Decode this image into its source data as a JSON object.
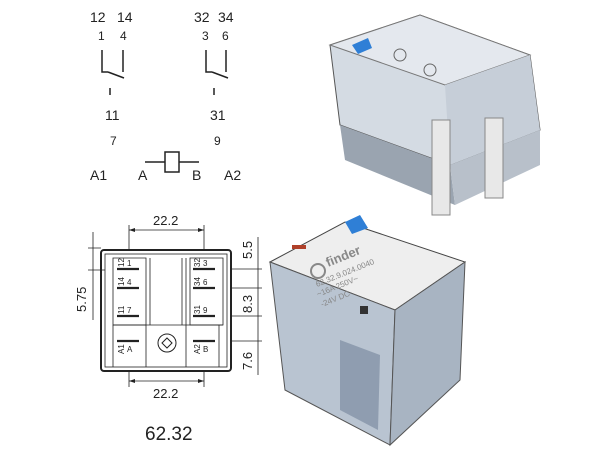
{
  "schematic": {
    "contact1": {
      "top_left": "12",
      "top_right": "14",
      "pin_left": "1",
      "pin_right": "4",
      "common": "11",
      "common_pin": "7"
    },
    "contact2": {
      "top_left": "32",
      "top_right": "34",
      "pin_left": "3",
      "pin_right": "6",
      "common": "31",
      "common_pin": "9"
    },
    "coil": {
      "left_terminal": "A1",
      "left_pin": "A",
      "right_pin": "B",
      "right_terminal": "A2"
    }
  },
  "footprint": {
    "dim_top": "22.2",
    "dim_bottom": "22.2",
    "dim_left": "5.75",
    "dim_right_top": "5.5",
    "dim_right_middle": "8.3",
    "dim_right_bottom": "7.6",
    "pins": [
      {
        "terminal": "12",
        "pin": "1"
      },
      {
        "terminal": "14",
        "pin": "4"
      },
      {
        "terminal": "11",
        "pin": "7"
      },
      {
        "terminal": "32",
        "pin": "3"
      },
      {
        "terminal": "34",
        "pin": "6"
      },
      {
        "terminal": "31",
        "pin": "9"
      },
      {
        "terminal": "A1",
        "pin": "A"
      },
      {
        "terminal": "A2",
        "pin": "B"
      }
    ]
  },
  "product_label": {
    "brand": "finder",
    "part_number": "62.32.9.024.0040",
    "contact_rating": "~16A 250V~",
    "coil_voltage": "-24V DC"
  },
  "caption": "62.32",
  "colors": {
    "housing": "#c9d3de",
    "button": "#2f7fd6",
    "label": "#eeeeee"
  }
}
